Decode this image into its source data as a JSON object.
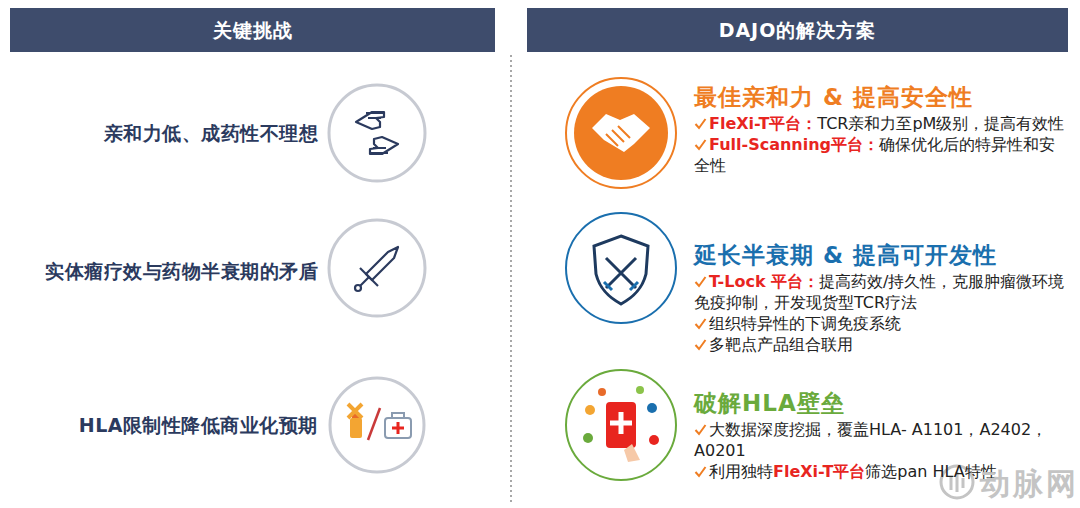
{
  "diagram": {
    "nodes": [
      {
        "text": [
          "关键挑战"
        ]
      },
      {
        "text": [
          "DAJO的解决方案"
        ]
      }
    ],
    "labels": [
      "亲和力低、成药性不理想",
      "实体瘤疗效与药物半衰期的矛盾",
      "HLA限制性降低商业化预期",
      "最佳亲和力 & 提高安全性",
      "FleXi-T平台：",
      "TCR亲和力至pM级别，提高有效性",
      "Full-Scanning平台：",
      "确保优化后的特异性和安全性",
      "延长半衰期 & 提高可开发性",
      "T-Lock 平台：",
      "提高药效/持久性，克服肿瘤微环境免疫抑制，开发现货型TCR疗法",
      "组织特异性的下调免疫系统",
      "多靶点产品组合联用",
      "破解HLA壁垒",
      "大数据深度挖掘，覆盖HLA- A1101，A2402，A0201",
      "利用独特",
      "FleXi-T平台",
      "筛选pan HLA特性",
      "动脉网"
    ]
  }
}
